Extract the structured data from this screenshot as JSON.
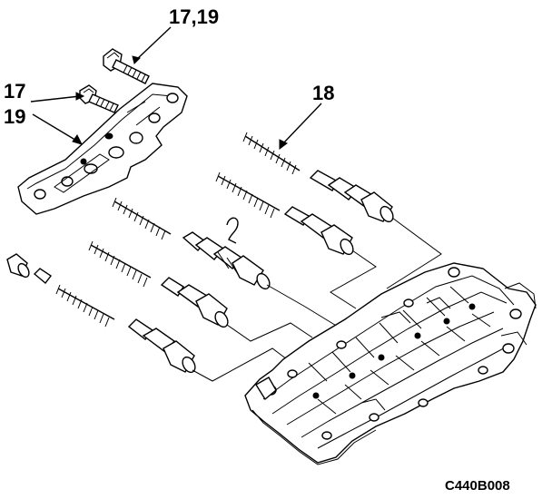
{
  "callouts": {
    "bolt_top": "17,19",
    "bolt_left_a": "17",
    "bolt_left_b": "19",
    "spring_top": "18"
  },
  "figure_code": "C440B008"
}
